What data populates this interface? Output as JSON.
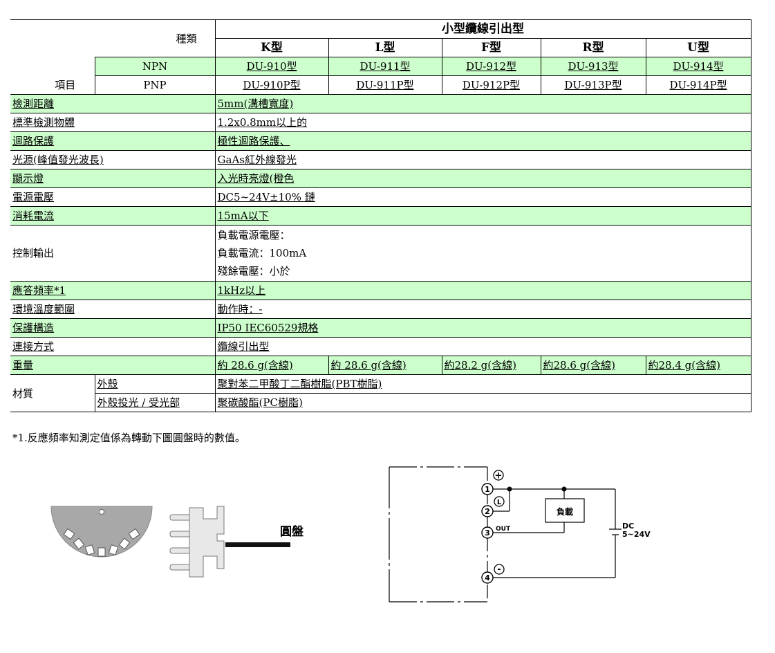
{
  "table": {
    "type_label": "種類",
    "item_label": "項目",
    "group_title": "小型纜線引出型",
    "models": [
      "K型",
      "L型",
      "F型",
      "R型",
      "U型"
    ],
    "npn_label": "NPN",
    "pnp_label": "PNP",
    "npn_models": [
      "DU-910型",
      "DU-911型",
      "DU-912型",
      "DU-913型",
      "DU-914型"
    ],
    "pnp_models": [
      "DU-910P型",
      "DU-911P型",
      "DU-912P型",
      "DU-913P型",
      "DU-914P型"
    ],
    "rows": [
      {
        "label": "檢測距離",
        "value": "5mm(溝槽寬度)"
      },
      {
        "label": "標準檢測物體",
        "value": "1.2x0.8mm以上的"
      },
      {
        "label": "迴路保護",
        "value": "極性迴路保護、"
      },
      {
        "label": "光源(峰值發光波長)",
        "value": "GaAs紅外線發光"
      },
      {
        "label": "顯示燈",
        "value": "入光時亮燈(橙色"
      },
      {
        "label": "電源電壓",
        "value": "DC5~24V±10% 鏈"
      },
      {
        "label": "消耗電流",
        "value": "15mA以下"
      }
    ],
    "control_output": {
      "label": "控制輸出",
      "lines": [
        "負載電源電壓：",
        "負載電流：100mA",
        "殘餘電壓：小於"
      ]
    },
    "rows2": [
      {
        "label": "應答頻率*1",
        "value": "1kHz以上"
      },
      {
        "label": "環境溫度範圍",
        "value": "動作時：-"
      },
      {
        "label": "保護構造",
        "value": "IP50 IEC60529規格"
      },
      {
        "label": "連接方式",
        "value": "纜線引出型"
      }
    ],
    "weight": {
      "label": "重量",
      "values": [
        "約 28.6 g(含線)",
        "約 28.6 g(含線)",
        "約28.2 g(含線)",
        "約28.6 g(含線)",
        "約28.4 g(含線)"
      ]
    },
    "material": {
      "label": "材質",
      "rows": [
        {
          "sub": "外殼",
          "value": "聚對苯二甲酸丁二酯樹脂(PBT樹脂)"
        },
        {
          "sub": "外殼投光 / 受光部",
          "value": "聚碳酸酯(PC樹脂)"
        }
      ]
    }
  },
  "footnote": "*1.反應頻率知測定值係為轉動下圖圓盤時的數值。",
  "disk_figure": {
    "label": "圓盤"
  },
  "wiring": {
    "terminals": [
      "1",
      "2",
      "3",
      "4"
    ],
    "plus": "+",
    "minus": "-",
    "l_mark": "L",
    "out_label": "OUT",
    "load_label": "負載",
    "dc_label": "DC",
    "voltage_label": "5~24V"
  }
}
